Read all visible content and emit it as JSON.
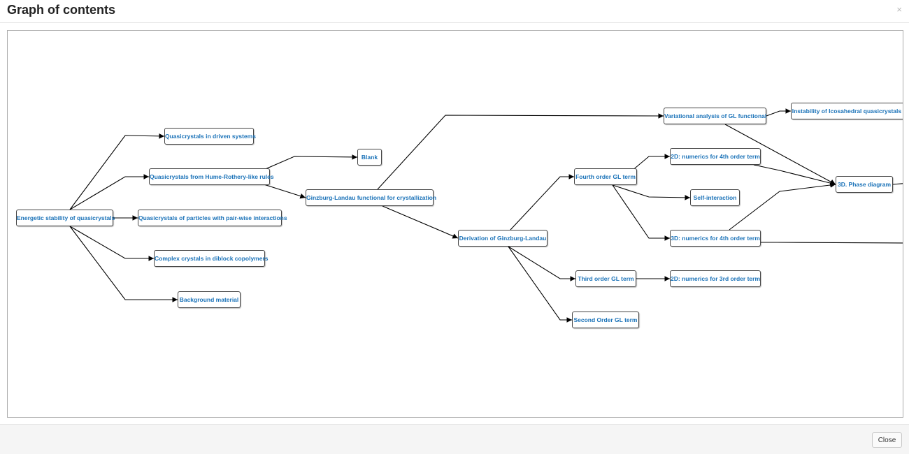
{
  "header": {
    "title": "Graph of contents",
    "close_icon": "×"
  },
  "graph": {
    "nodes": {
      "energetic": "Energetic stability of quasicrystals",
      "driven": "Quasicrystals in driven systems",
      "hume": "Quasicrystals from Hume-Rothery-like rules",
      "pairwise": "Quasicrystals of particles with pair-wise interactions",
      "diblock": "Complex crystals in diblock copolymers",
      "background": "Background material",
      "blank": "Blank",
      "gl_func": "Ginzburg-Landau functional for crystallization",
      "derivation": "Derivation of Ginzburg-Landau",
      "variational": "Variational analysis of GL functional",
      "icosahedral": "Instability of Icosahedral quasicrystals wrt",
      "fourth": "Fourth order GL term",
      "num2d4": "2D: numerics for 4th order term",
      "selfint": "Self-interaction",
      "num3d4": "3D: numerics for 4th order term",
      "phase3d": "3D. Phase diagram",
      "third": "Third order GL term",
      "num2d3": "2D: numerics for 3rd order term",
      "second": "Second Order GL term"
    },
    "edges": [
      [
        "energetic",
        "driven"
      ],
      [
        "energetic",
        "hume"
      ],
      [
        "energetic",
        "pairwise"
      ],
      [
        "energetic",
        "diblock"
      ],
      [
        "energetic",
        "background"
      ],
      [
        "hume",
        "blank"
      ],
      [
        "hume",
        "gl_func"
      ],
      [
        "gl_func",
        "variational"
      ],
      [
        "gl_func",
        "derivation"
      ],
      [
        "variational",
        "icosahedral"
      ],
      [
        "variational",
        "phase3d"
      ],
      [
        "derivation",
        "fourth"
      ],
      [
        "derivation",
        "third"
      ],
      [
        "derivation",
        "second"
      ],
      [
        "fourth",
        "num2d4"
      ],
      [
        "fourth",
        "selfint"
      ],
      [
        "fourth",
        "num3d4"
      ],
      [
        "num2d4",
        "phase3d"
      ],
      [
        "num3d4",
        "phase3d"
      ],
      [
        "num3d4",
        "offscreen_right"
      ],
      [
        "third",
        "num2d3"
      ]
    ]
  },
  "footer": {
    "close_label": "Close"
  }
}
